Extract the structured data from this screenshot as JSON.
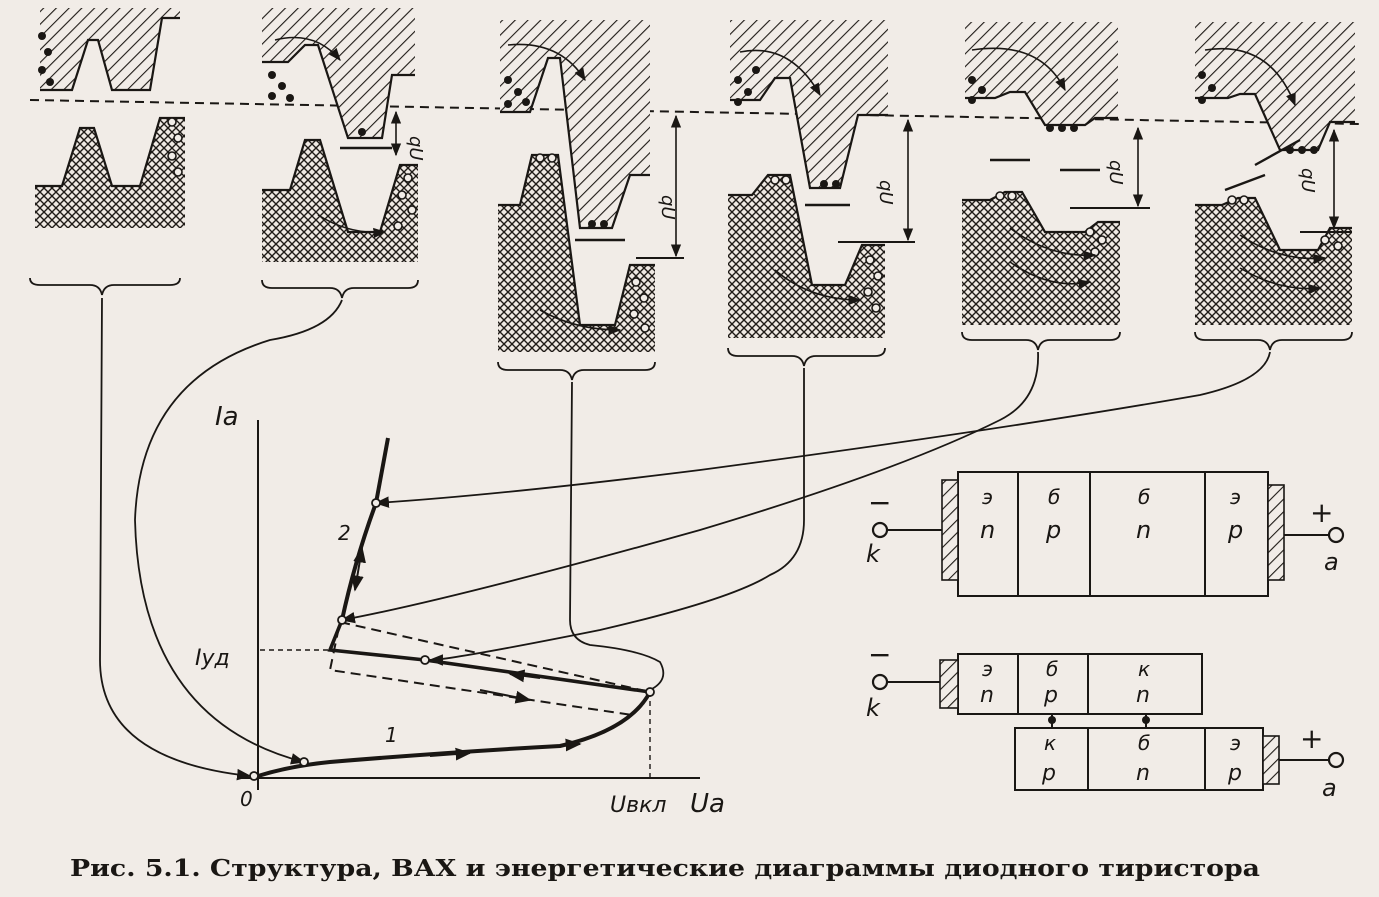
{
  "axes": {
    "y_label": "Ia",
    "x_label": "Ua",
    "origin_label": "0",
    "i_hold_label": "Iуд",
    "u_on_label": "Uвкл"
  },
  "curves": {
    "branch_1_label": "1",
    "branch_2_label": "2"
  },
  "energy": {
    "qu_label": "qU"
  },
  "structure_4layer": {
    "left_sign": "−",
    "left_terminal": "k",
    "right_sign": "+",
    "right_terminal": "a",
    "layers": [
      {
        "top": "э",
        "bottom": "n"
      },
      {
        "top": "б",
        "bottom": "p"
      },
      {
        "top": "б",
        "bottom": "n"
      },
      {
        "top": "э",
        "bottom": "p"
      }
    ]
  },
  "structure_transistor": {
    "left_sign": "−",
    "left_terminal": "k",
    "right_sign": "+",
    "right_terminal": "a",
    "upper": [
      {
        "top": "э",
        "bottom": "n"
      },
      {
        "top": "б",
        "bottom": "p"
      },
      {
        "top": "к",
        "bottom": "n"
      }
    ],
    "lower": [
      {
        "top": "к",
        "bottom": "p"
      },
      {
        "top": "б",
        "bottom": "n"
      },
      {
        "top": "э",
        "bottom": "p"
      }
    ]
  },
  "caption": "Рис. 5.1. Структура, ВАХ и энергетические диаграммы диодного тиристора"
}
